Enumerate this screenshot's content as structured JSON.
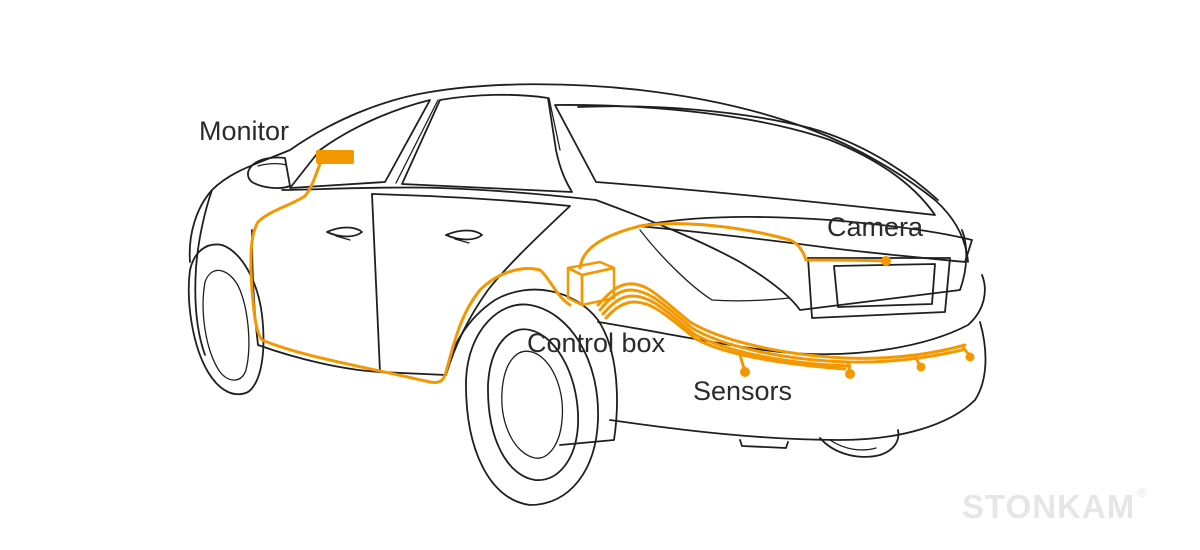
{
  "labels": {
    "monitor": "Monitor",
    "camera": "Camera",
    "control_box": "Control box",
    "sensors": "Sensors"
  },
  "brand": {
    "name": "STONKAM",
    "mark": "®"
  },
  "colors": {
    "wiring": "#F39800",
    "car_outline": "#1F1F1F",
    "label_text": "#2B2B2B",
    "watermark": "#E6E6E6"
  }
}
